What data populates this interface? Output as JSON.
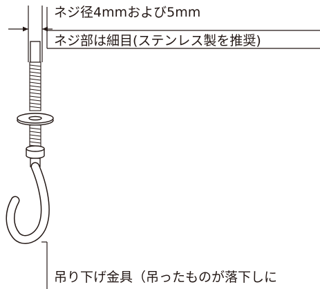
{
  "labels": {
    "screw_diameter": "ネジ径4mmおよび5mm",
    "screw_thread": "ネジ部は細目(ステンレス製を推奨)",
    "hook_fitting": "吊り下げ金具（吊ったものが落下しに"
  },
  "colors": {
    "line": "#231815",
    "fill": "#ffffff"
  }
}
